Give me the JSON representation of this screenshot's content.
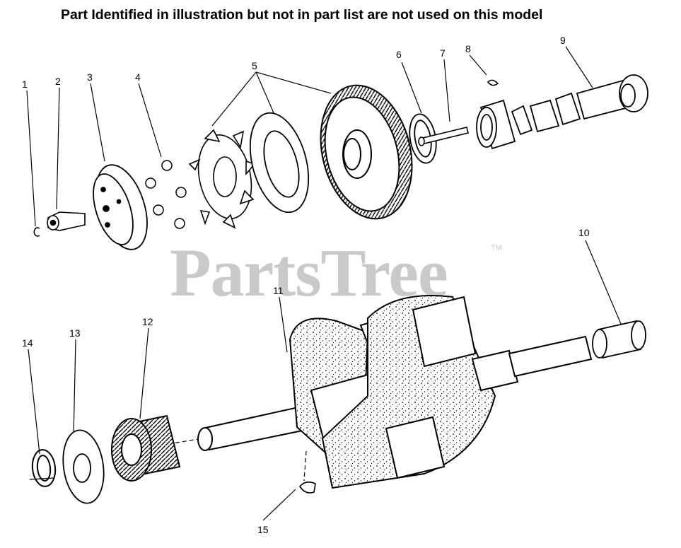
{
  "header": {
    "note": "Part Identified in illustration but not in part list are not used on this model"
  },
  "watermark": {
    "text": "PartsTree",
    "trademark": "TM"
  },
  "callouts": [
    "1",
    "2",
    "3",
    "4",
    "5",
    "6",
    "7",
    "8",
    "9",
    "10",
    "11",
    "12",
    "13",
    "14",
    "15"
  ],
  "colors": {
    "ink": "#000000",
    "watermark": "#c9c9c9",
    "background": "#ffffff"
  }
}
